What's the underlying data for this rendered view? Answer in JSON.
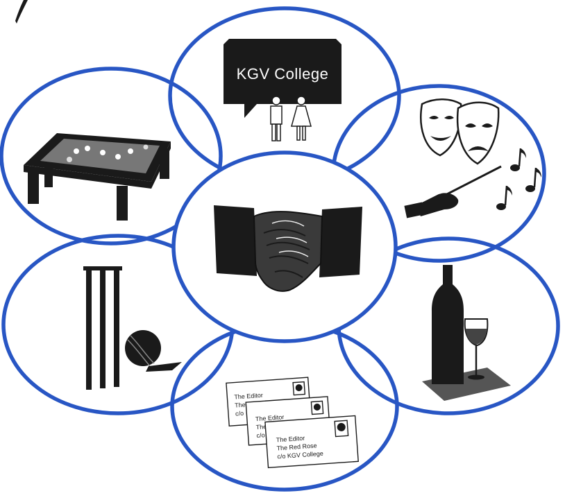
{
  "diagram": {
    "ring_color": "#2856c4",
    "center": {
      "subject": "handshake"
    },
    "satellites": [
      {
        "id": "college",
        "subject": "signboard",
        "sign_text": "KGV  College"
      },
      {
        "id": "arts",
        "subject": "theatre masks and conductor"
      },
      {
        "id": "wine",
        "subject": "wine bottle and glass"
      },
      {
        "id": "letters",
        "subject": "addressed envelopes",
        "envelope_lines": [
          "The Editor",
          "The Red Rose",
          "c/o KGV College"
        ],
        "back_envelope_lines": [
          "The Editor",
          "The",
          "c/o"
        ],
        "mid_envelope_lines": [
          "The Editor",
          "The",
          "c/o"
        ]
      },
      {
        "id": "cricket",
        "subject": "cricket stumps and ball"
      },
      {
        "id": "snooker",
        "subject": "snooker table"
      }
    ]
  }
}
